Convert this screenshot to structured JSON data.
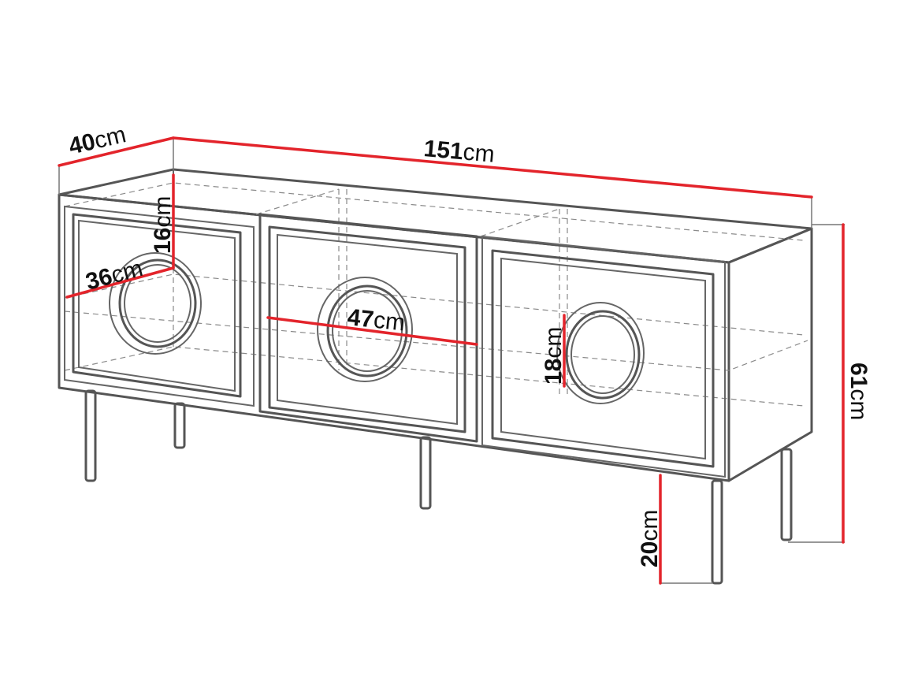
{
  "dimensions": {
    "depth": {
      "value": "40",
      "unit": "cm"
    },
    "width": {
      "value": "151",
      "unit": "cm"
    },
    "height": {
      "value": "61",
      "unit": "cm"
    },
    "inner_height": {
      "value": "16",
      "unit": "cm"
    },
    "inner_depth": {
      "value": "36",
      "unit": "cm"
    },
    "compartment_width": {
      "value": "47",
      "unit": "cm"
    },
    "door_cutout": {
      "value": "18",
      "unit": "cm"
    },
    "leg_height": {
      "value": "20",
      "unit": "cm"
    }
  },
  "colors": {
    "dimension_line": "#e3242b",
    "outline": "#555555"
  }
}
